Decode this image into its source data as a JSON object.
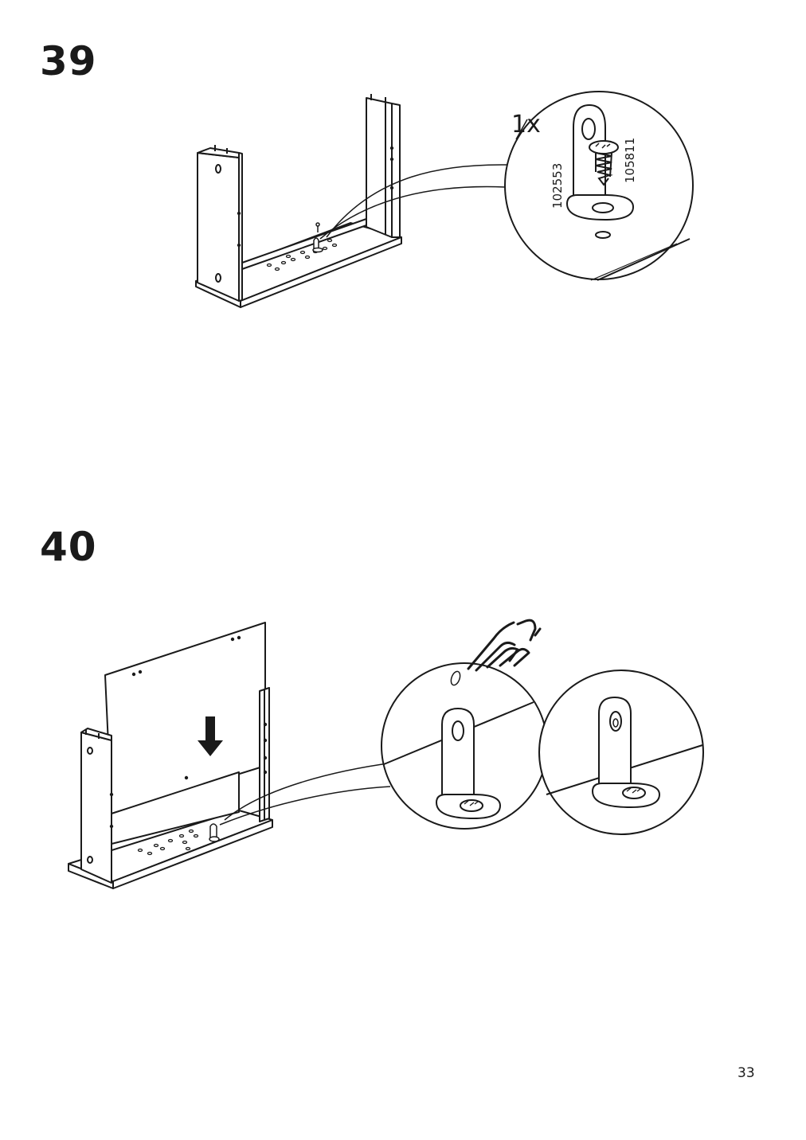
{
  "step39": {
    "number": "39",
    "quantity": "1x",
    "part_numbers": [
      "102553",
      "105811"
    ]
  },
  "step40": {
    "number": "40"
  },
  "page_number": "33",
  "icons": {
    "step39": [
      "bracket-icon",
      "screw-icon"
    ],
    "step40": [
      "down-arrow-icon",
      "pressing-hand-icon",
      "bracket-icon"
    ]
  }
}
